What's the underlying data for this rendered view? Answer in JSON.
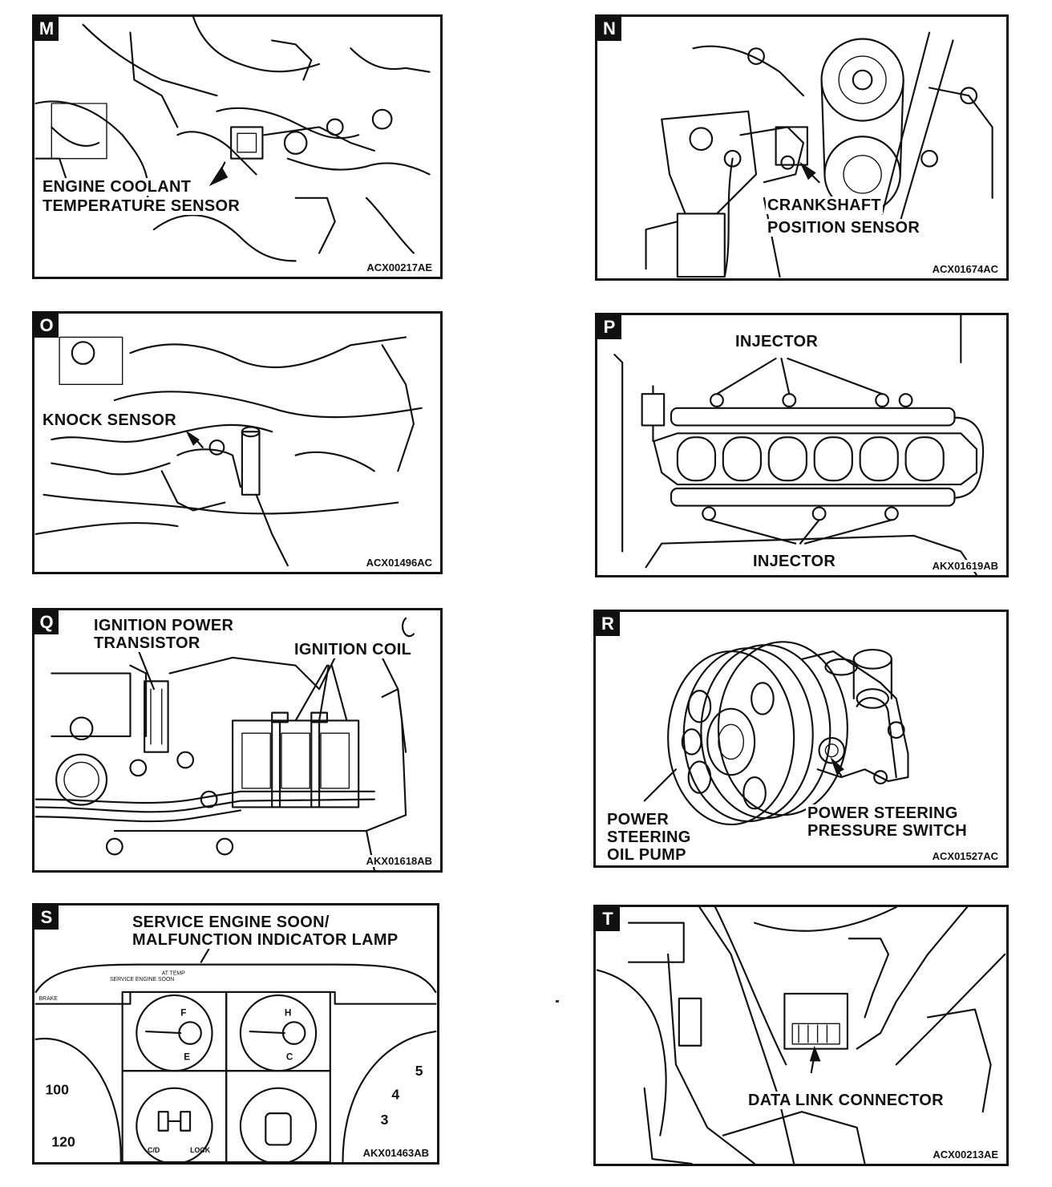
{
  "panels": {
    "M": {
      "letter": "M",
      "labels": [
        "ENGINE COOLANT",
        "TEMPERATURE SENSOR"
      ],
      "code": "ACX00217AE"
    },
    "N": {
      "letter": "N",
      "labels": [
        "CRANKSHAFT",
        "POSITION SENSOR"
      ],
      "code": "ACX01674AC"
    },
    "O": {
      "letter": "O",
      "labels": [
        "KNOCK SENSOR"
      ],
      "code": "ACX01496AC"
    },
    "P": {
      "letter": "P",
      "labels": [
        "INJECTOR",
        "INJECTOR"
      ],
      "code": "AKX01619AB"
    },
    "Q": {
      "letter": "Q",
      "labels": [
        "IGNITION POWER",
        "TRANSISTOR",
        "IGNITION COIL"
      ],
      "code": "AKX01618AB"
    },
    "R": {
      "letter": "R",
      "labels": [
        "POWER",
        "STEERING",
        "OIL PUMP",
        "POWER STEERING",
        "PRESSURE SWITCH"
      ],
      "code": "ACX01527AC"
    },
    "S": {
      "letter": "S",
      "labels": [
        "SERVICE ENGINE SOON/",
        "MALFUNCTION INDICATOR LAMP"
      ],
      "code": "AKX01463AB",
      "gauge_marks": [
        "F",
        "E",
        "H",
        "C",
        "100",
        "120",
        "5",
        "4",
        "3",
        "C/D",
        "LOCK",
        "BRAKE",
        "SERVICE ENGINE SOON",
        "AT TEMP"
      ]
    },
    "T": {
      "letter": "T",
      "labels": [
        "DATA LINK CONNECTOR"
      ],
      "code": "ACX00213AE"
    }
  }
}
